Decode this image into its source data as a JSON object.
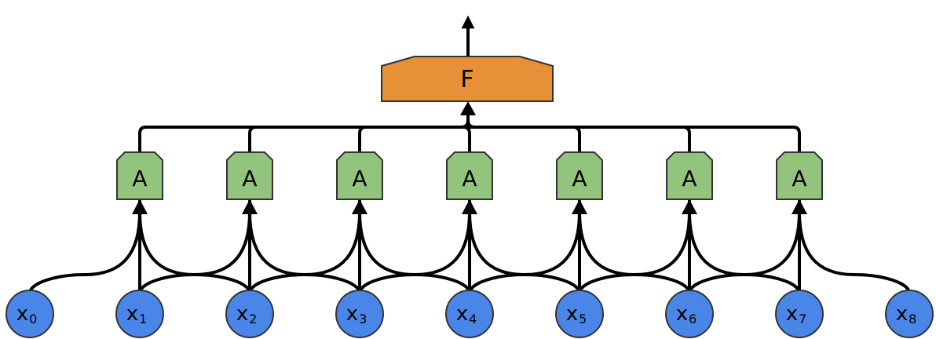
{
  "diagram": {
    "output": {
      "label": "F",
      "fill": "#E69138"
    },
    "a_nodes": {
      "label": "A",
      "fill": "#93C47D",
      "count": 7
    },
    "x_nodes": {
      "base": "x",
      "fill": "#4A86E8",
      "subscripts": [
        "0",
        "1",
        "2",
        "3",
        "4",
        "5",
        "6",
        "7",
        "8"
      ]
    },
    "edge_color": "#000000",
    "node_stroke": "#333333"
  }
}
